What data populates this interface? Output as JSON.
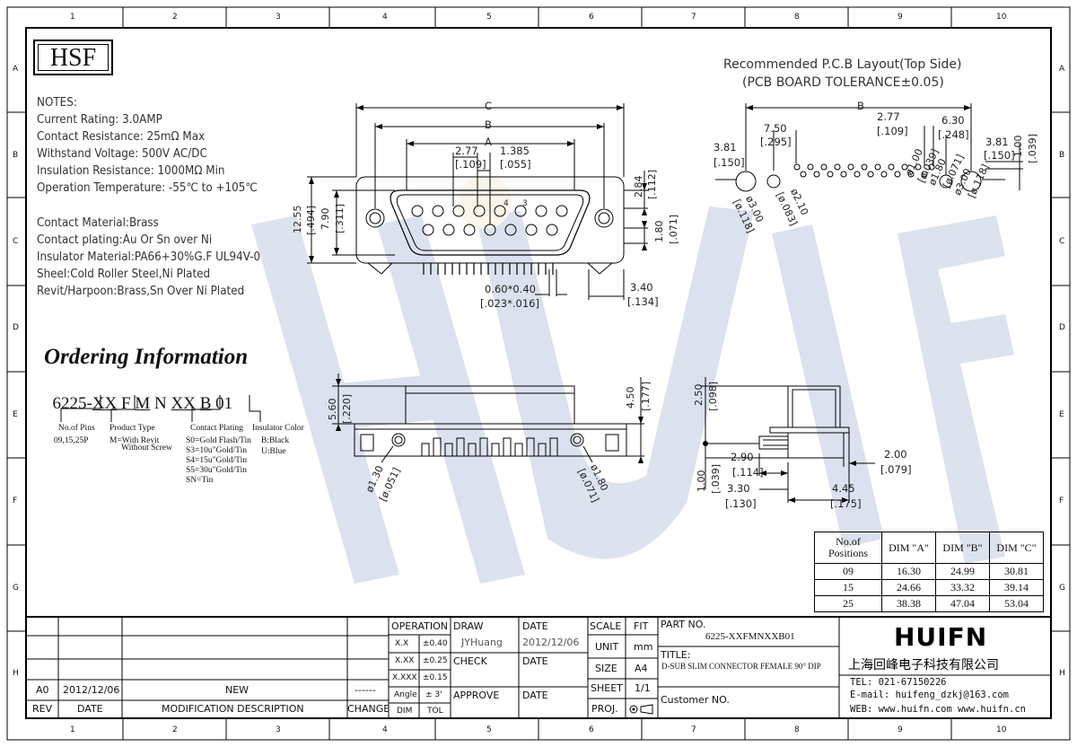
{
  "logo": "HSF",
  "border": {
    "cols": [
      "1",
      "2",
      "3",
      "4",
      "5",
      "6",
      "7",
      "8",
      "9",
      "10"
    ],
    "rows": [
      "A",
      "B",
      "C",
      "D",
      "E",
      "F",
      "G",
      "H"
    ]
  },
  "notes": [
    "NOTES:",
    "Current Rating: 3.0AMP",
    "Contact Resistance: 25mΩ Max",
    "Withstand Voltage: 500V AC/DC",
    "Insulation Resistance: 1000MΩ Min",
    "Operation Temperature: -55℃ to +105℃"
  ],
  "materials": [
    "Contact Material:Brass",
    "Contact plating:Au Or Sn over Ni",
    "Insulator Material:PA66+30%G.F UL94V-0",
    "Sheel:Cold Roller Steel,Ni Plated",
    "Revit/Harpoon:Brass,Sn Over Ni Plated"
  ],
  "ordering": {
    "title": "Ordering Information",
    "code_parts": [
      "6225-",
      "XX",
      " F ",
      "M",
      " N ",
      "XX",
      " ",
      "B",
      " 01"
    ],
    "pins_label": "No.of Pins",
    "pins_values": "09,15,25P",
    "type_label": "Product Type",
    "type_values": [
      "M=With Revit",
      "Without Screw"
    ],
    "plating_label": "Contact Plating",
    "plating_values": [
      "S0=Gold Flash/Tin",
      "S3=10u\"Gold/Tin",
      "S4=15u\"Gold/Tin",
      "S5=30u\"Gold/Tin",
      "SN=Tin"
    ],
    "insulator_label": "Insulator Color",
    "insulator_values": [
      "B:Black",
      "U:Blue"
    ]
  },
  "front_view": {
    "C": "C",
    "B": "B",
    "A": "A",
    "d277": "2.77",
    "d277i": "[.109]",
    "d1385": "1.385",
    "d1385i": "[.055]",
    "pin4": "4",
    "pin3": "3",
    "h1255": "12.55",
    "h1255i": "[.494]",
    "h790": "7.90",
    "h790i": "[.311]",
    "r284": "2.84",
    "r284i": "[.112]",
    "r180": "1.80",
    "r180i": "[.071]",
    "b060": "0.60*0.40",
    "b060i": "[.023*.016]",
    "b340": "3.40",
    "b340i": "[.134]"
  },
  "pcb": {
    "title1": "Recommended P.C.B Layout(Top Side)",
    "title2": "(PCB BOARD TOLERANCE±0.05)",
    "B": "B",
    "d750": "7.50",
    "d750i": "[.295]",
    "d277": "2.77",
    "d277i": "[.109]",
    "d630": "6.30",
    "d630i": "[.248]",
    "d381l": "3.81",
    "d381li": "[.150]",
    "d381r": "3.81",
    "d381ri": "[.150]",
    "d100": "1.00",
    "d100i": "[.039]",
    "phi300l": "ø3.00",
    "phi300li": "[ø.118]",
    "phi210": "ø2.10",
    "phi210i": "[ø.083]",
    "phi100": "ø1.00",
    "phi100i": "[ø.039]",
    "phi180": "ø1.80",
    "phi180i": "[ø.071]",
    "phi300r": "ø3.00",
    "phi300ri": "[ø.118]"
  },
  "bottom_view": {
    "h560": "5.60",
    "h560i": "[.220]",
    "h450": "4.50",
    "h450i": "[.177]",
    "phi130": "ø1.30",
    "phi130i": "[ø.051]",
    "phi180": "ø1.80",
    "phi180i": "[ø.071]"
  },
  "side_view": {
    "h250": "2.50",
    "h250i": "[.098]",
    "d290": "2.90",
    "d290i": "[.114]",
    "d200": "2.00",
    "d200i": "[.079]",
    "d100": "1.00",
    "d100i": "[.039]",
    "d330": "3.30",
    "d330i": "[.130]",
    "d445": "4.45",
    "d445i": "[.175]"
  },
  "dim_table": {
    "headers": [
      "No.of Positions",
      "DIM \"A\"",
      "DIM \"B\"",
      "DIM \"C\""
    ],
    "rows": [
      [
        "09",
        "16.30",
        "24.99",
        "30.81"
      ],
      [
        "15",
        "24.66",
        "33.32",
        "39.14"
      ],
      [
        "25",
        "38.38",
        "47.04",
        "53.04"
      ]
    ]
  },
  "title_block": {
    "rev": "A0",
    "date": "2012/12/06",
    "desc": "NEW",
    "change": "------",
    "h_rev": "REV",
    "h_date": "DATE",
    "h_mod": "MODIFICATION DESCRIPTION",
    "h_change": "CHANGE",
    "operation": "OPERATION",
    "xx": "X.X",
    "xx_tol": "±0.40",
    "xxx": "X.XX",
    "xxx_tol": "±0.25",
    "xxxx": "X.XXX",
    "xxxx_tol": "±0.15",
    "angle": "Angle",
    "angle_tol": "± 3'",
    "dim": "DIM",
    "tol": "TOL",
    "draw": "DRAW",
    "draw_name": "JYHuang",
    "check": "CHECK",
    "approve": "APPROVE",
    "date_l1": "DATE",
    "date_v1": "2012/12/06",
    "date_l2": "DATE",
    "date_l3": "DATE",
    "scale": "SCALE",
    "fit": "FIT",
    "unit": "UNIT",
    "unit_v": "mm",
    "size": "SIZE",
    "size_v": "A4",
    "sheet": "SHEET",
    "sheet_v": "1/1",
    "proj": "PROJ.",
    "part_no_l": "PART NO.",
    "part_no": "6225-XXFMNXXB01",
    "title_l": "TITLE:",
    "title": "D-SUB SLIM CONNECTOR FEMALE 90° DIP",
    "customer": "Customer NO.",
    "brand": "HUIFN",
    "company": "上海回峰电子科技有限公司",
    "tel": "TEL: 021-67150226",
    "email": "E-mail: huifeng_dzkj@163.com",
    "web": "WEB: www.huifn.com   www.huifn.cn"
  },
  "watermark": "HUIFN"
}
